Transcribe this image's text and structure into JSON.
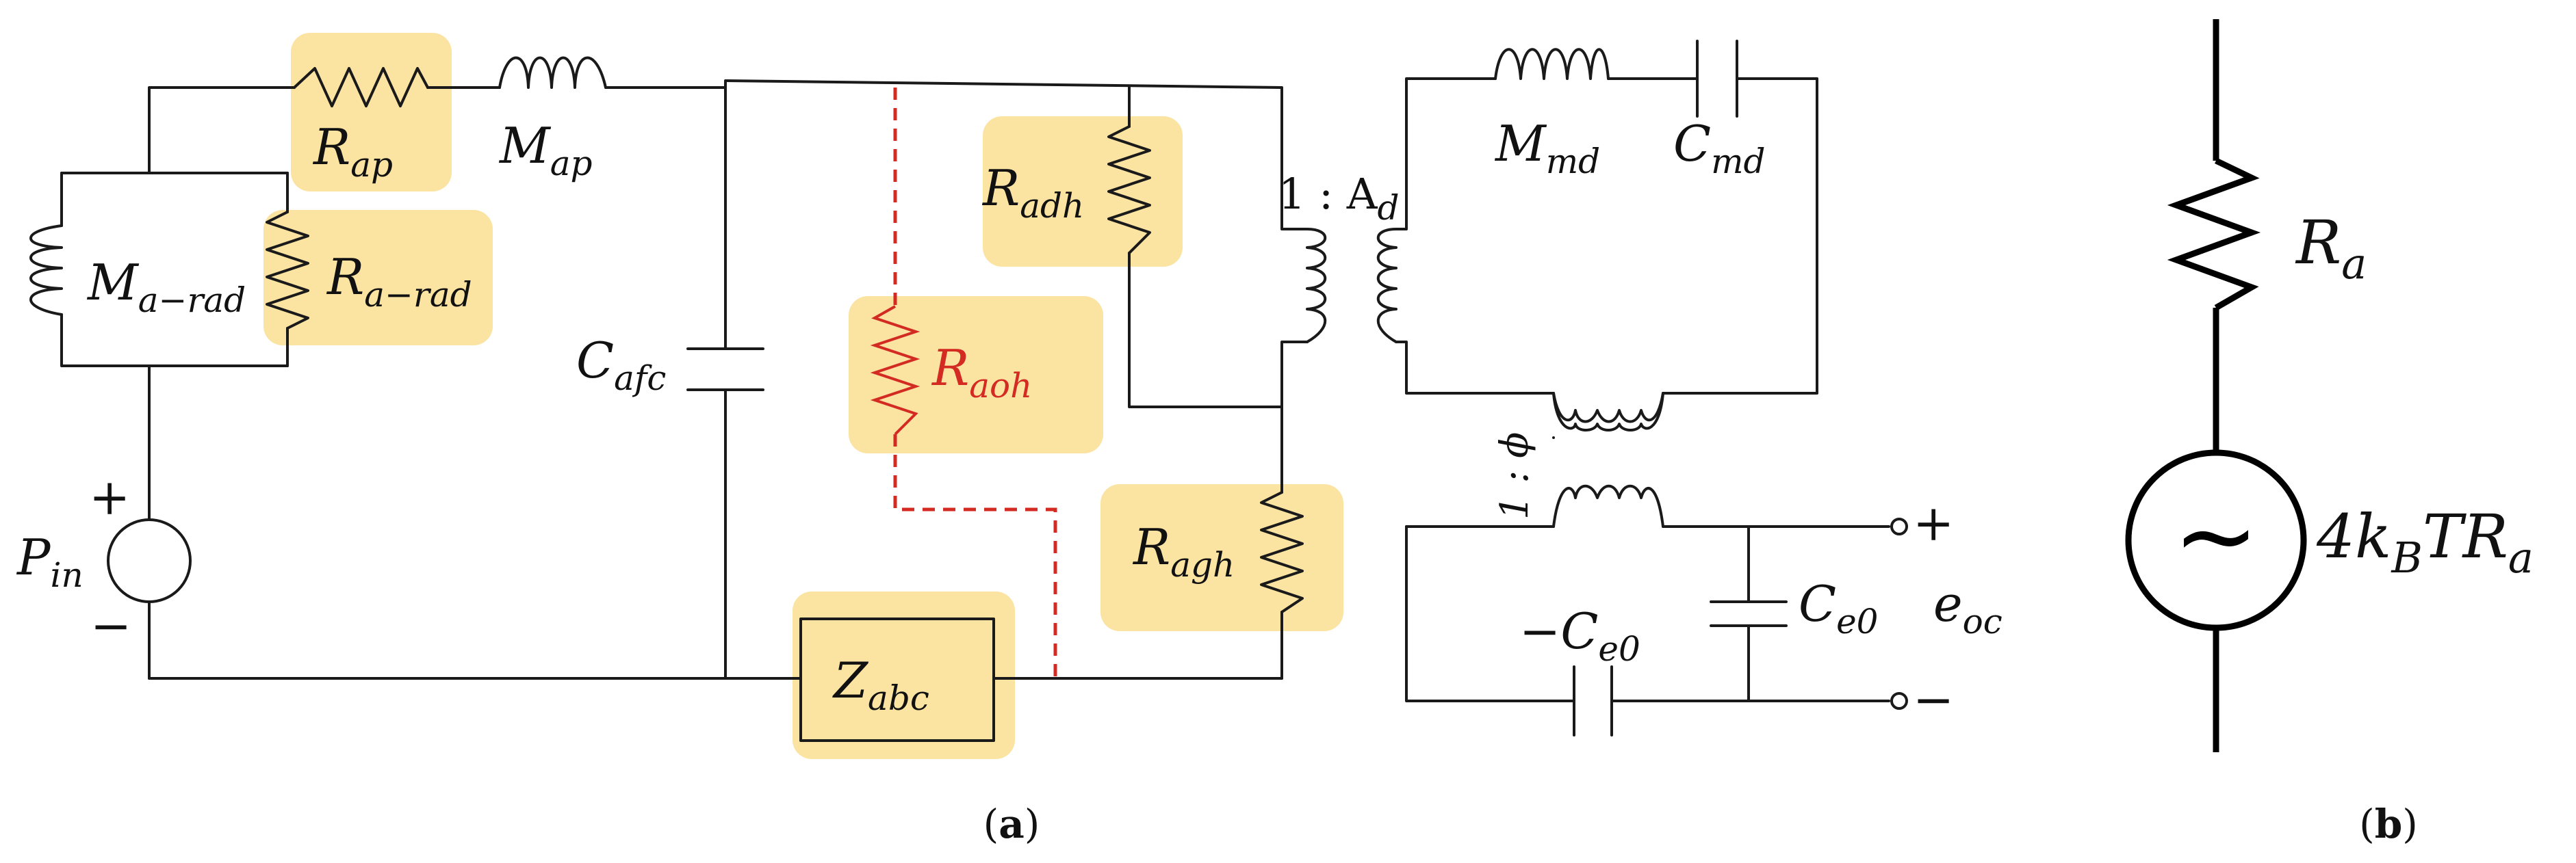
{
  "labels": {
    "rap": {
      "main": "R",
      "sub": "ap"
    },
    "map": {
      "main": "M",
      "sub": "ap"
    },
    "marad": {
      "main": "M",
      "sub": "a−rad"
    },
    "rarad": {
      "main": "R",
      "sub": "a−rad"
    },
    "cafc": {
      "main": "C",
      "sub": "afc"
    },
    "raoh": {
      "main": "R",
      "sub": "aoh"
    },
    "radh": {
      "main": "R",
      "sub": "adh"
    },
    "ragh": {
      "main": "R",
      "sub": "agh"
    },
    "zabc": {
      "main": "Z",
      "sub": "abc"
    },
    "pin": {
      "main": "P",
      "sub": "in"
    },
    "ratio_ad": {
      "main": "1 : A",
      "sub": "d"
    },
    "ratio_phi": "1 : ϕ",
    "mmd": {
      "main": "M",
      "sub": "md"
    },
    "cmd": {
      "main": "C",
      "sub": "md"
    },
    "ce0": {
      "main": "C",
      "sub": "e0"
    },
    "nce0": {
      "main": "−C",
      "sub": "e0"
    },
    "eoc": {
      "main": "e",
      "sub": "oc"
    },
    "plus_src": "+",
    "minus_src": "−",
    "plus_out": "+",
    "minus_out": "−",
    "ra": {
      "main": "R",
      "sub": "a"
    },
    "noise": {
      "main": "4k",
      "sub": "B",
      "tail": "TR",
      "sub2": "a"
    },
    "tilde": "~"
  },
  "captions": {
    "a": {
      "open": "(",
      "letter": "a",
      "close": ")"
    },
    "b": {
      "open": "(",
      "letter": "b",
      "close": ")"
    }
  },
  "colors": {
    "highlight": "#fbe3a2",
    "red": "#d32a22",
    "wire": "#1a1a1a"
  }
}
